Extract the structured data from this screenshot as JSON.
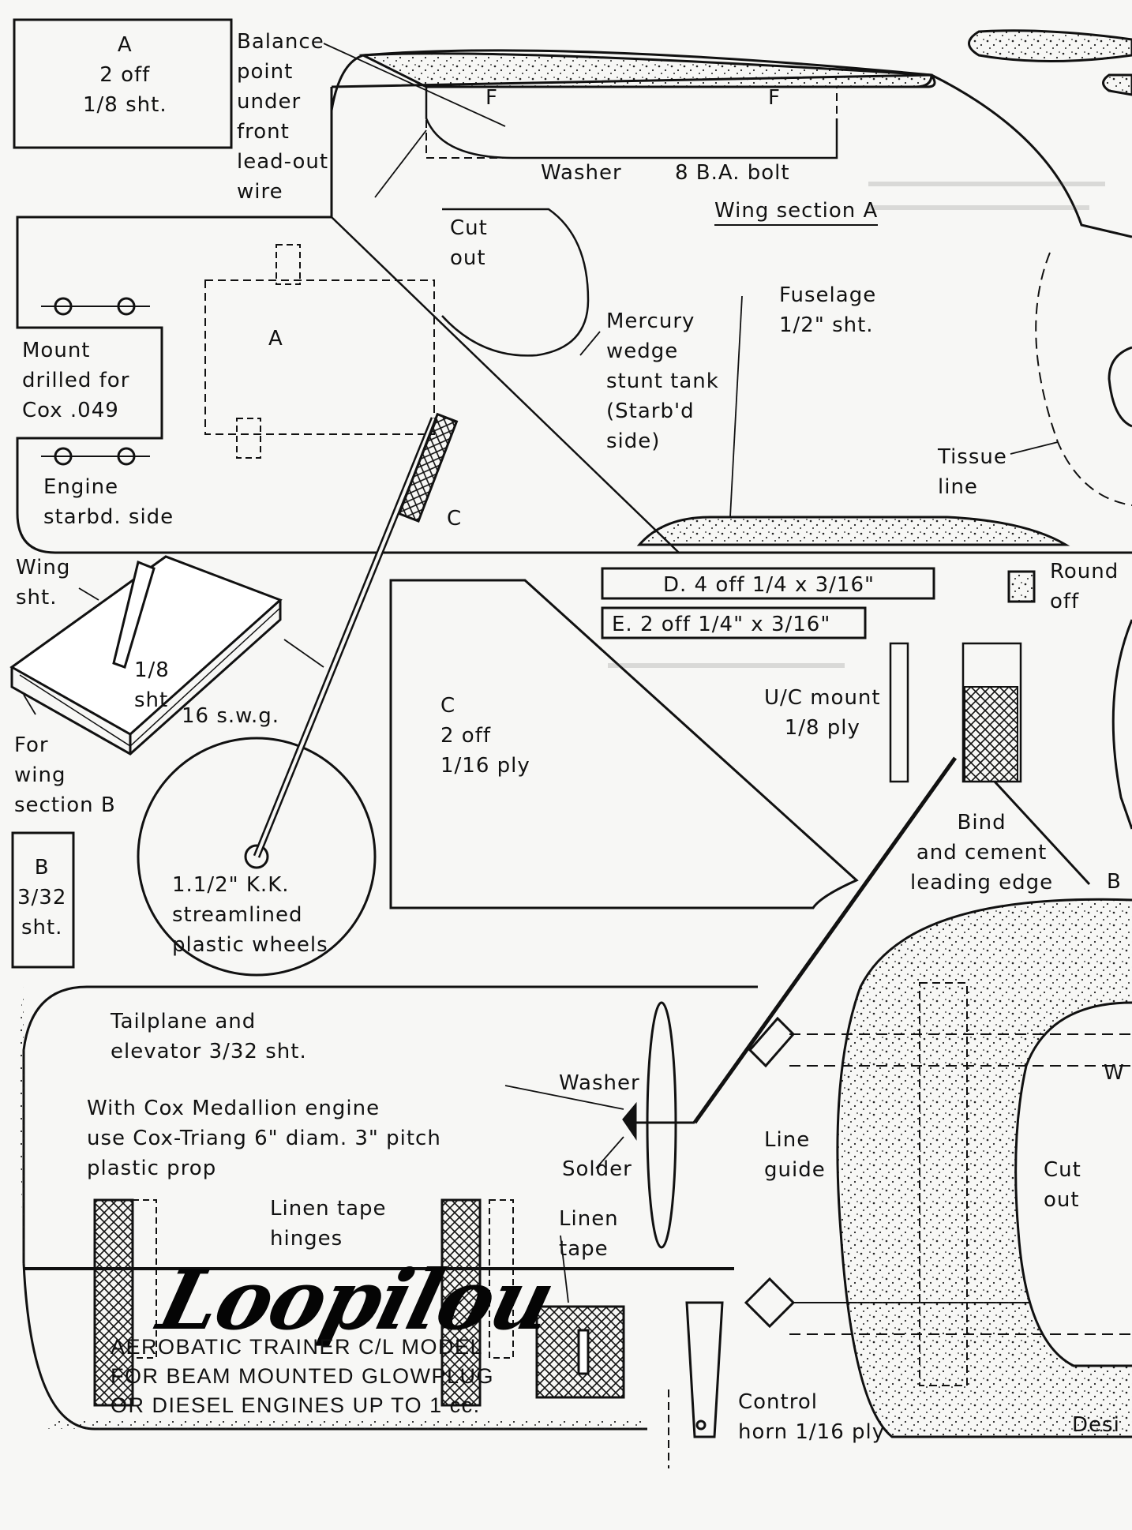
{
  "labels": {
    "part_a": "A\n2 off\n1/8 sht.",
    "balance": "Balance\npoint\nunder\nfront\nlead-out\nwire",
    "f_left": "F",
    "f_right": "F",
    "washer_top": "Washer",
    "bolt": "8 B.A. bolt",
    "wing_section_a": "Wing section A",
    "cut_out_top": "Cut\nout",
    "fuselage": "Fuselage\n1/2\" sht.",
    "mercury": "Mercury\nwedge\nstunt tank\n(Starb'd\n    side)",
    "mount": "Mount\ndrilled for\nCox .049",
    "part_a_mount": "A",
    "engine": "Engine\nstarbd. side",
    "c_marker": "C",
    "tissue": "Tissue\nline",
    "round_off": "Round\noff",
    "part_d": "D. 4 off 1/4 x 3/16\"",
    "part_e": "E. 2 off 1/4\" x 3/16\"",
    "wing_sht": "Wing\nsht.",
    "one_eighth": "1/8\nsht",
    "swg": "16 s.w.g.",
    "for_wing": "For\nwing\nsection B",
    "part_c": "C\n2 off\n1/16 ply",
    "uc_mount": "U/C mount\n1/8 ply",
    "bind": "Bind\nand cement\nleading edge",
    "part_b": "B\n3/32\nsht.",
    "wheels": "1.1/2\" K.K.\nstreamlined\nplastic wheels",
    "b_marker": "B",
    "tailplane": "Tailplane and\nelevator 3/32 sht.",
    "cox_note": "With Cox Medallion engine\nuse Cox-Triang 6\" diam. 3\" pitch\nplastic prop",
    "washer_mid": "Washer",
    "w_marker": "W",
    "line_guide": "Line\nguide",
    "cut_out_bottom": "Cut\nout",
    "solder": "Solder",
    "linen_hinges": "Linen tape\nhinges",
    "linen_tape": "Linen\ntape",
    "control_horn": "Control\nhorn 1/16 ply",
    "desi": "Desi"
  },
  "logo": {
    "name": "Loopilou",
    "line1": "AEROBATIC TRAINER C/L MODEL",
    "line2": "FOR BEAM MOUNTED GLOWPLUG",
    "line3": "OR DIESEL ENGINES UP TO 1 cc."
  },
  "colors": {
    "ink": "#111111",
    "paper": "#f7f7f5"
  }
}
